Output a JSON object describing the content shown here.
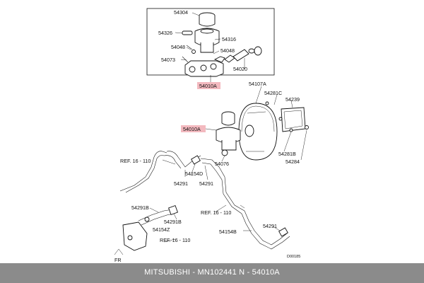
{
  "diagram": {
    "code": "D00185",
    "labels": {
      "l54304": "54304",
      "l54326": "54326",
      "l54316": "54316",
      "l54048a": "54048",
      "l54048b": "54048",
      "l54073": "54073",
      "l54020": "54020",
      "l54010a_top": "54010A",
      "l54107a": "54107A",
      "l54281c": "54281C",
      "l54239": "54239",
      "l54010a_mid": "54010A",
      "l54281b_right": "54281B",
      "l54284": "54284",
      "l54076": "54076",
      "ref_top": "REF. 16 - 110",
      "l54154d": "54154D",
      "l54291_a": "54291",
      "l54291_b": "54291",
      "ref_mid": "REF. 16 - 110",
      "l54291b_1": "54291B",
      "l54291b_2": "54291B",
      "l54154z": "54154Z",
      "ref_bot": "REF. 16 - 110",
      "l54154b": "54154B",
      "l54291_c": "54291",
      "fr": "FR"
    }
  },
  "footer": {
    "text": "MITSUBISHI - MN102441     N - 54010A"
  }
}
